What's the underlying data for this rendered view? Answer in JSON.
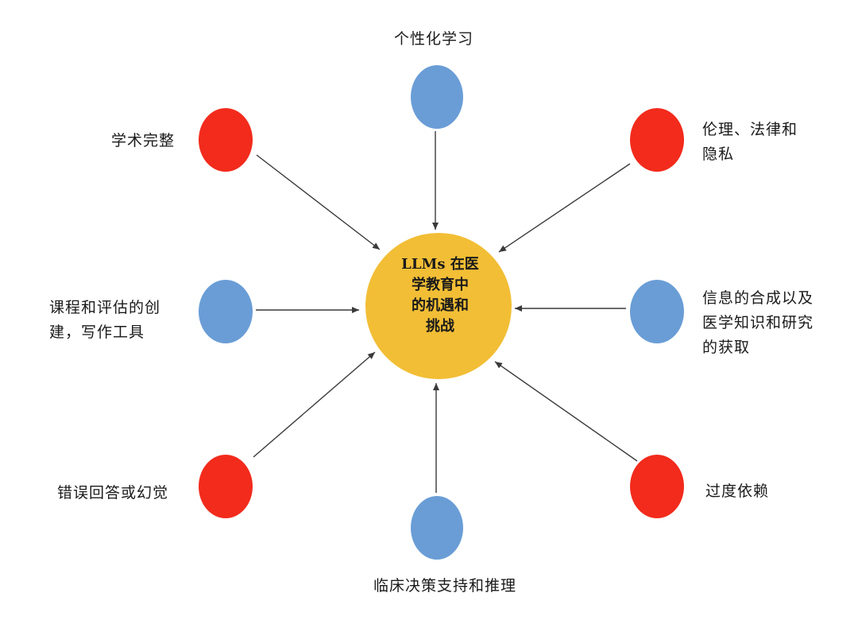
{
  "center": {
    "text": "LLMs 在医\n学教育中\n的机遇和\n挑战",
    "color": "#F2BE35"
  },
  "colors": {
    "opportunity": "#6A9DD6",
    "challenge": "#F22B1C",
    "arrow": "#3a3a3a"
  },
  "nodes": [
    {
      "id": "personalized-learning",
      "label": "个性化学习",
      "kind": "opportunity"
    },
    {
      "id": "ethics-law-privacy",
      "label": "伦理、法律和\n隐私",
      "kind": "challenge"
    },
    {
      "id": "knowledge-synthesis",
      "label": "信息的合成以及\n医学知识和研究\n的获取",
      "kind": "opportunity"
    },
    {
      "id": "over-reliance",
      "label": "过度依赖",
      "kind": "challenge"
    },
    {
      "id": "clinical-decision-support",
      "label": "临床决策支持和推理",
      "kind": "opportunity"
    },
    {
      "id": "errors-hallucination",
      "label": "错误回答或幻觉",
      "kind": "challenge"
    },
    {
      "id": "curriculum-assessment",
      "label": "课程和评估的创\n建，写作工具",
      "kind": "opportunity"
    },
    {
      "id": "academic-integrity",
      "label": "学术完整",
      "kind": "challenge"
    }
  ]
}
